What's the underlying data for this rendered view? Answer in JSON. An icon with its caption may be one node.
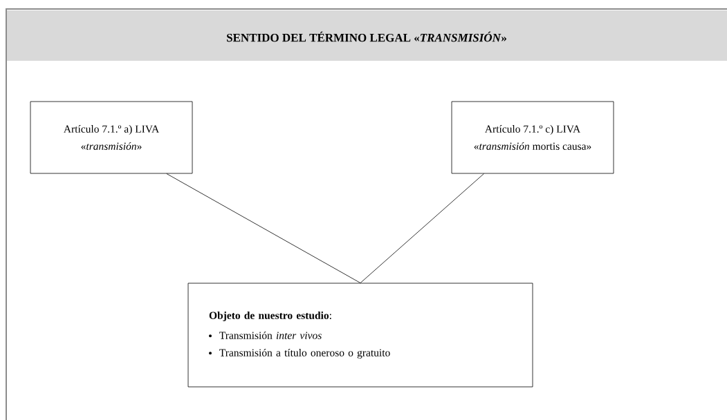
{
  "diagram": {
    "title": "SENTIDO DEL TÉRMINO LEGAL «*TRANSMISIÓN*»",
    "nodes": [
      {
        "text": [
          "Artículo 7.1.º a) LIVA",
          "«*transmisión*»"
        ]
      },
      {
        "text": [
          "Artículo 7.1.º c) LIVA",
          "«*transmisión* mortis causa»"
        ]
      },
      {
        "text": [
          "**Objeto de nuestro estudio**:",
          "Transmisión *inter vivos*",
          "Transmisión a título oneroso o gratuito"
        ]
      }
    ],
    "edges": [
      {
        "from": 0,
        "to": 2,
        "arrow": "none"
      },
      {
        "from": 1,
        "to": 2,
        "arrow": "none"
      }
    ]
  }
}
